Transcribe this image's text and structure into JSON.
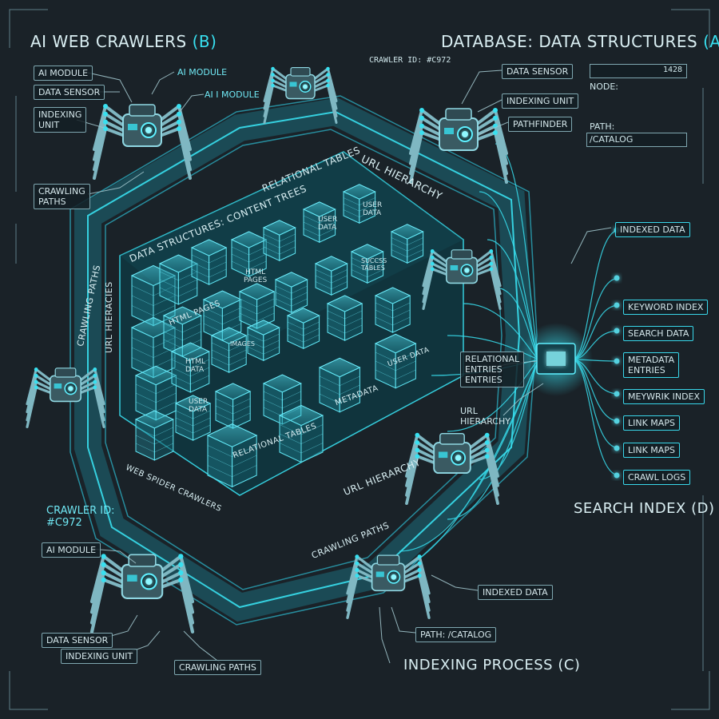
{
  "titles": {
    "crawlers_text": "AI WEB CRAWLERS",
    "crawlers_letter": "(B)",
    "database_text": "DATABASE: DATA STRUCTURES",
    "database_letter": "(A)",
    "search_index": "SEARCH INDEX (D)",
    "indexing_process": "INDEXING PROCESS (C)"
  },
  "crawler_top_left": {
    "ai_module": "AI MODULE",
    "data_sensor": "DATA SENSOR",
    "indexing_unit": "INDEXING\nUNIT",
    "crawling_paths": "CRAWLING\nPATHS"
  },
  "crawler_top_mid": {
    "ai_module": "AI MODULE",
    "ai_i_module": "AI I MODULE"
  },
  "crawler_top_right": {
    "crawler_id": "CRAWLER ID: #C972",
    "data_sensor": "DATA SENSOR",
    "indexing_unit": "INDEXING UNIT",
    "pathfinder": "PATHFINDER"
  },
  "node_panel": {
    "count": "1428",
    "node_label": "NODE:",
    "path_label": "PATH:",
    "path_value": "/CATALOG"
  },
  "database_block": {
    "content_trees": "DATA STRUCTURES: CONTENT TREES",
    "relational_tables_top": "RELATIONAL TABLES",
    "url_hierarchy_top": "URL HIERARCHY",
    "url_hieracies": "URL HIERACIES",
    "crawling_paths_side": "CRAWLING PATHS",
    "html_pages_1": "HTML PAGES",
    "html_pages_2": "HTML\nPAGES",
    "user_data_1": "USER\nDATA",
    "user_data_2": "USER\nDATA",
    "user_data_3": "USER\nDATA",
    "user_data_4": "USER DATA",
    "success_tables": "SUCCSS\nTABLES",
    "images": "IMAGES",
    "html_data": "HTML\nDATA",
    "metadata": "METADATA",
    "relational_tables_bottom": "RELATIONAL TABLES",
    "web_spider_crawlers": "WEB SPIDER CRAWLERS",
    "url_hierarchy_bottom": "URL HIERARCHY",
    "crawling_paths_bottom": "CRAWLING PATHS"
  },
  "mid_labels": {
    "relational_entries": "RELATIONAL\nENTRIES\nENTRIES",
    "url_hierarchy": "URL\nHIERARCHY"
  },
  "search_index_items": [
    "INDEXED DATA",
    "KEYWORD INDEX",
    "SEARCH DATA",
    "METADATA\nENTRIES",
    "MEYWRIK INDEX",
    "LINK MAPS",
    "LINK MAPS",
    "CRAWL LOGS"
  ],
  "crawler_bottom_left": {
    "crawler_id": "CRAWLER ID:\n#C972",
    "ai_module": "AI MODULE",
    "data_sensor": "DATA SENSOR",
    "indexing_unit": "INDEXING UNIT",
    "crawling_paths": "CRAWLING PATHS"
  },
  "crawler_bottom_mid": {
    "indexed_data": "INDEXED DATA",
    "path_catalog": "PATH: /CATALOG"
  },
  "colors": {
    "background": "#1a2228",
    "accent": "#38e0f0",
    "line": "#2fb9cc",
    "label_border": "#7fa7b0"
  }
}
